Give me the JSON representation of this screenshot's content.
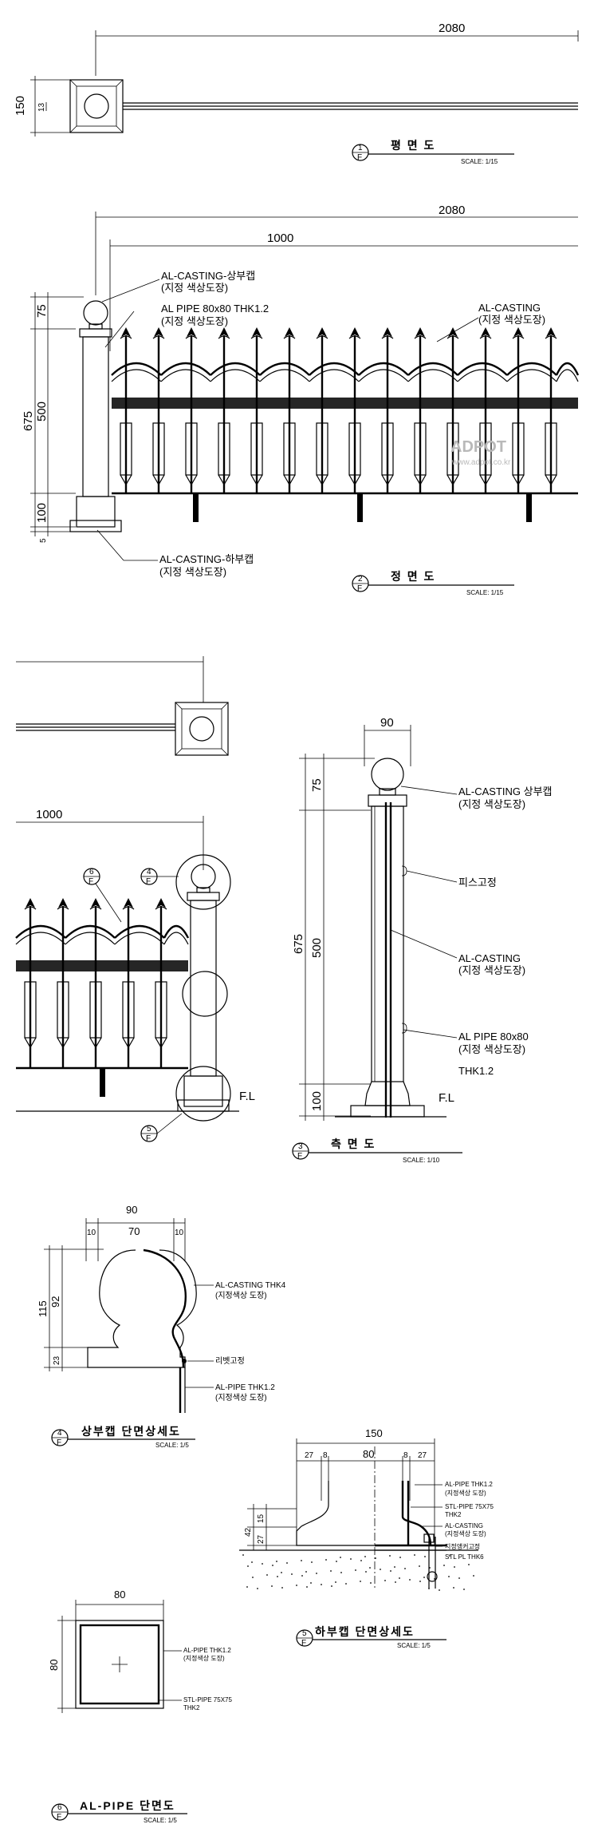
{
  "watermark": {
    "brand": "ADPOT",
    "url": "www.adpot.co.kr"
  },
  "plan_view": {
    "dim_total": "2080",
    "dim_height": "150",
    "dim_inner": "13",
    "title_no": "1",
    "title_ref": "F",
    "title": "평  면  도",
    "scale": "SCALE: 1/15"
  },
  "elevation": {
    "dim_total": "2080",
    "dim_span": "1000",
    "dim_75": "75",
    "dim_500": "500",
    "dim_675": "675",
    "dim_100": "100",
    "dim_5": "5",
    "label_top_cap": "AL-CASTING-상부캡",
    "label_top_cap_sub": "(지정  색상도장)",
    "label_pipe": "AL PIPE 80x80 THK1.2",
    "label_pipe_sub": "(지정  색상도장)",
    "label_casting": "AL-CASTING",
    "label_casting_sub": "(지정  색상도장)",
    "label_bottom_cap": "AL-CASTING-하부캡",
    "label_bottom_cap_sub": "(지정  색상도장)",
    "title_no": "2",
    "title_ref": "F",
    "title": "정  면  도",
    "scale": "SCALE: 1/15"
  },
  "detail_mid": {
    "dim_span": "1000",
    "callout_6": "6",
    "callout_4": "4",
    "callout_5": "5",
    "callout_ref": "F",
    "fl": "F.L"
  },
  "side_view": {
    "dim_90": "90",
    "dim_75": "75",
    "dim_500": "500",
    "dim_675": "675",
    "dim_100": "100",
    "label_top_cap": "AL-CASTING 상부캡",
    "label_top_cap_sub": "(지정  색상도장)",
    "label_screw": "피스고정",
    "label_casting": "AL-CASTING",
    "label_casting_sub": "(지정  색상도장)",
    "label_pipe": "AL PIPE 80x80",
    "label_pipe_sub": "(지정  색상도장)",
    "label_thk": "THK1.2",
    "fl": "F.L",
    "title_no": "3",
    "title_ref": "F",
    "title": "측  면  도",
    "scale": "SCALE: 1/10"
  },
  "detail_4": {
    "dim_90": "90",
    "dim_10a": "10",
    "dim_70": "70",
    "dim_10b": "10",
    "dim_115": "115",
    "dim_92": "92",
    "dim_23": "23",
    "label_casting": "AL-CASTING THK4",
    "label_casting_sub": "(지정색상 도장)",
    "label_rivet": "리벳고정",
    "label_pipe": "AL-PIPE THK1.2",
    "label_pipe_sub": "(지정색상 도장)",
    "title_no": "4",
    "title_ref": "F",
    "title": "상부캡 단면상세도",
    "scale": "SCALE: 1/5"
  },
  "detail_5": {
    "dim_150": "150",
    "dim_27a": "27",
    "dim_8a": "8",
    "dim_80": "80",
    "dim_8b": "8",
    "dim_27b": "27",
    "dim_42": "42",
    "dim_27": "27",
    "dim_15": "15",
    "label_pipe": "AL-PIPE THK1.2",
    "label_pipe_sub": "(지정색상 도장)",
    "label_stl": "STL-PIPE 75X75",
    "label_stl_sub": "THK2",
    "label_casting": "AL-CASTING",
    "label_casting_sub": "(지정색상 도장)",
    "label_anchor": "지정앵커고정",
    "label_plate": "STL PL THK6",
    "title_no": "5",
    "title_ref": "F",
    "title": "하부캡 단면상세도",
    "scale": "SCALE: 1/5"
  },
  "detail_6": {
    "dim_80w": "80",
    "dim_80h": "80",
    "label_pipe": "AL-PIPE THK1.2",
    "label_pipe_sub": "(지정색상 도장)",
    "label_stl": "STL-PIPE 75X75",
    "label_stl_sub": "THK2",
    "title_no": "6",
    "title_ref": "F",
    "title": "AL-PIPE 단면도",
    "scale": "SCALE: 1/5"
  }
}
